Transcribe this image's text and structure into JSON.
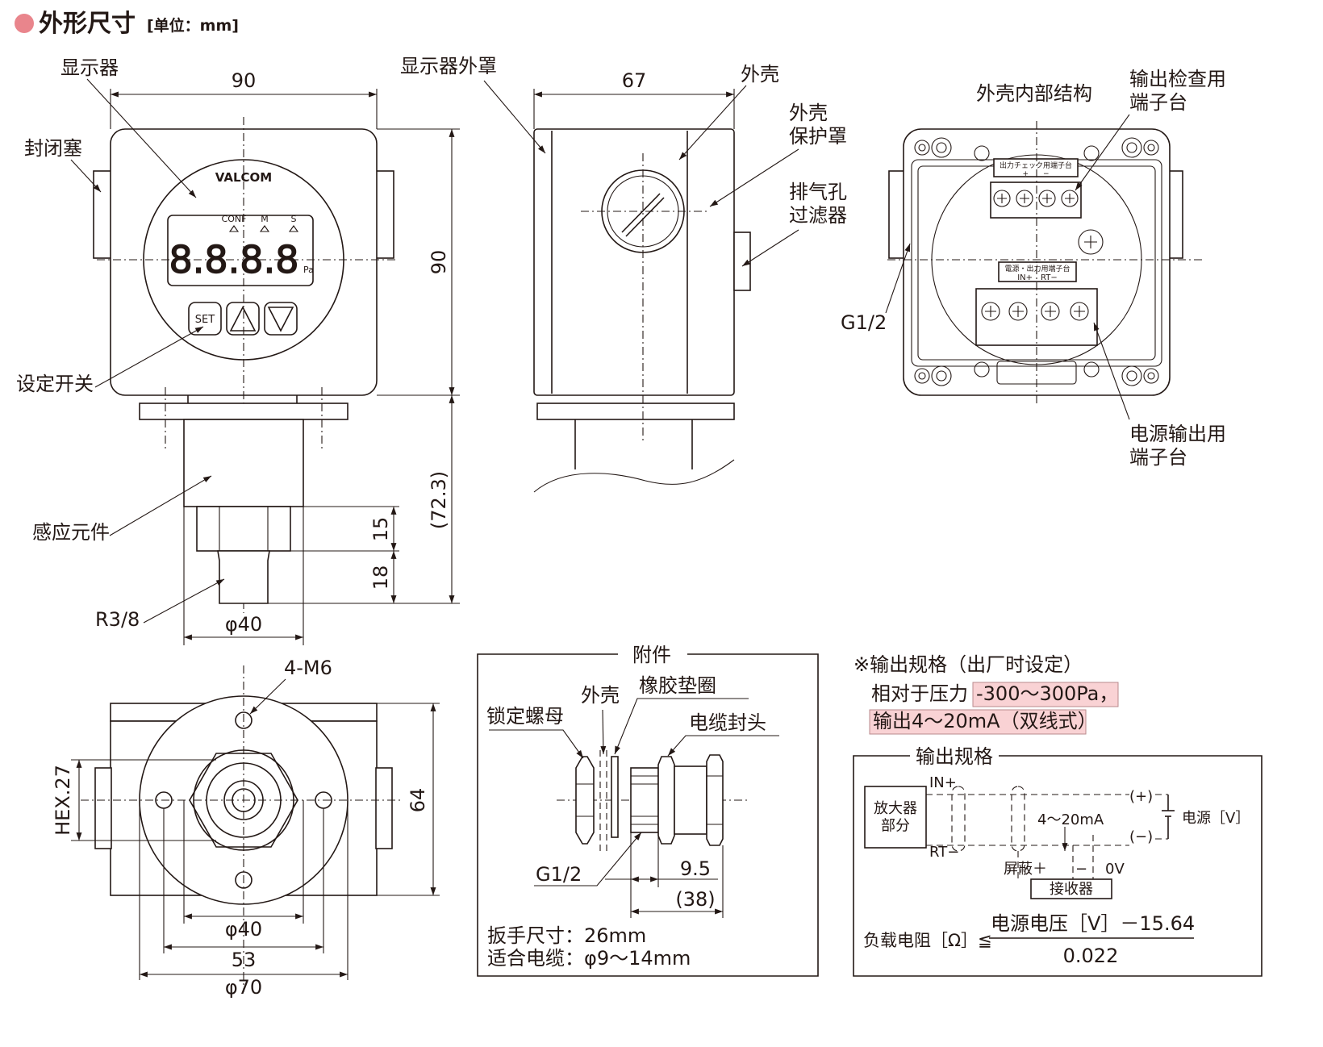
{
  "header": {
    "title": "外形尺寸",
    "unit": "[单位：mm]",
    "accent_color": "#e9858c"
  },
  "front_view": {
    "labels": {
      "display": "显示器",
      "plug": "封闭塞",
      "setting_switch": "设定开关",
      "sensor": "感应元件",
      "thread": "R3/8"
    },
    "panel": {
      "brand": "VALCOM",
      "indicators": [
        "CONF",
        "M",
        "S"
      ],
      "digits": "8.8.8.8",
      "unit": "Pa",
      "set_button": "SET"
    },
    "dims": {
      "width": "90",
      "height": "90",
      "total": "(72.3)",
      "hex_height": "15",
      "thread_height": "18",
      "diameter": "φ40"
    }
  },
  "side_view": {
    "labels": {
      "cover": "显示器外罩",
      "case": "外壳",
      "case_cover": "外壳\n保护罩",
      "vent": "排气孔\n过滤器"
    },
    "dims": {
      "depth": "67"
    }
  },
  "internal_view": {
    "labels": {
      "title": "外壳内部结构",
      "check_terminal": "输出检查用\n端子台",
      "power_terminal": "电源输出用\n端子台",
      "port": "G1/2"
    },
    "check_block": {
      "title": "出力チェック用端子台",
      "pins": "+　　−"
    },
    "power_block": {
      "title": "電源・出力用端子台",
      "pins": "IN+　RT−"
    }
  },
  "bottom_view": {
    "labels": {
      "bolts": "4-M6",
      "hex": "HEX.27"
    },
    "dims": {
      "height": "64",
      "inner_dia": "φ40",
      "pitch": "53",
      "outer_dia": "φ70"
    }
  },
  "accessory": {
    "title": "附件",
    "labels": {
      "lock_nut": "锁定螺母",
      "case": "外壳",
      "gasket": "橡胶垫圈",
      "cable_gland": "电缆封头",
      "thread": "G1/2"
    },
    "dims": {
      "thread_len": "9.5",
      "total_len": "(38)"
    },
    "notes": [
      "扳手尺寸：26mm",
      "适合电缆：φ9～14mm"
    ]
  },
  "output_spec": {
    "heading": "※输出规格（出厂时设定）",
    "line1_prefix": "相对于压力",
    "line1_highlight": "-300～300Pa，",
    "line2_highlight": "输出4～20mA（双线式）",
    "highlight_color": "#f9d2d4"
  },
  "circuit": {
    "title": "输出规格",
    "amplifier": "放大器\n部分",
    "in_label": "IN+",
    "rt_label": "RT−",
    "plus": "(+)",
    "minus": "(−)",
    "power": "电源［V］",
    "current": "4～20mA",
    "shield": "屏蔽＋",
    "zero": "0V",
    "minus_sign": "−",
    "receiver": "接收器",
    "formula_lhs": "负载电阻［Ω］≦",
    "formula_num": "电源电压［V］－15.64",
    "formula_den": "0.022"
  }
}
